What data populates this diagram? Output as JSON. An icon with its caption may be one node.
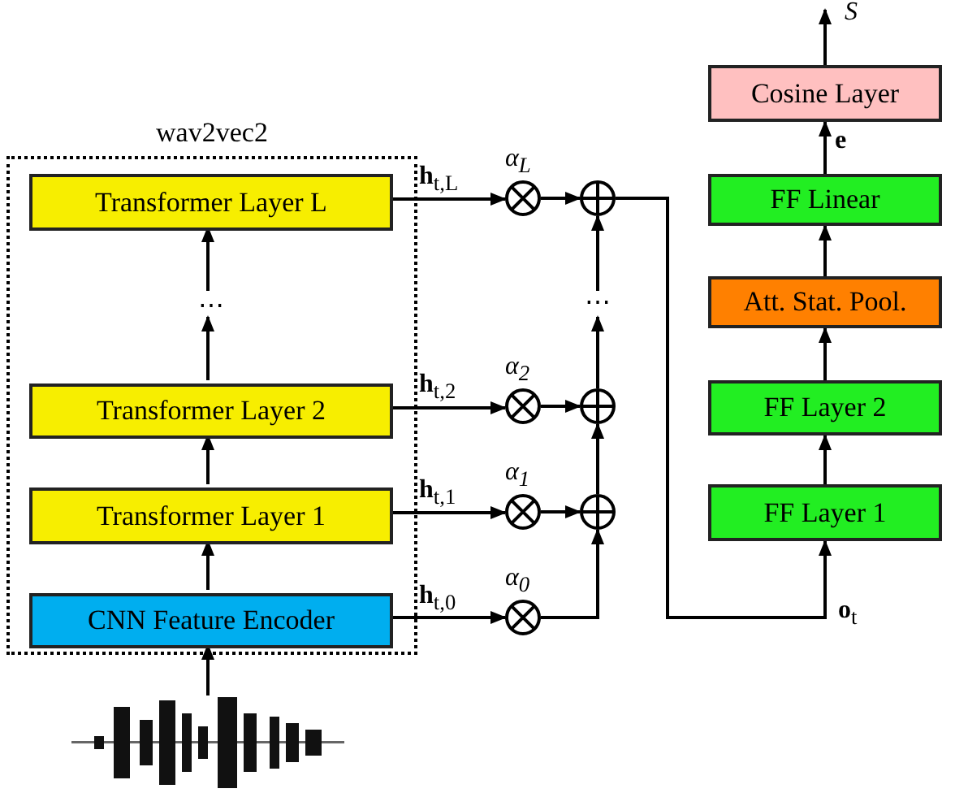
{
  "diagram": {
    "nodes": [
      {
        "text": [
          "wav2vec2"
        ]
      },
      {
        "text": [
          "Transformer Layer L"
        ],
        "in": 0
      },
      {
        "text": [
          "⋯"
        ],
        "in": 0
      },
      {
        "text": [
          "Transformer Layer 2"
        ],
        "in": 0
      },
      {
        "text": [
          "Transformer Layer 1"
        ],
        "in": 0
      },
      {
        "text": [
          "CNN Feature Encoder"
        ],
        "in": 0
      },
      {
        "text": [],
        "shape": "picture"
      },
      {
        "text": [],
        "shape": "circle",
        "beside": [
          "α$_{L}$"
        ]
      },
      {
        "text": [],
        "shape": "circle",
        "beside": [
          "α$_{2}$"
        ]
      },
      {
        "text": [],
        "shape": "circle",
        "beside": [
          "α$_{1}$"
        ]
      },
      {
        "text": [],
        "shape": "circle",
        "beside": [
          "α$_{0}$"
        ]
      },
      {
        "text": [],
        "shape": "circle"
      },
      {
        "text": [
          "⋯"
        ]
      },
      {
        "text": [],
        "shape": "circle"
      },
      {
        "text": [],
        "shape": "circle"
      },
      {
        "text": [
          "Cosine Layer"
        ]
      },
      {
        "text": [
          "FF Linear"
        ]
      },
      {
        "text": [
          "Att. Stat. Pool."
        ]
      },
      {
        "text": [
          "FF Layer 2"
        ]
      },
      {
        "text": [
          "FF Layer 1"
        ]
      }
    ],
    "edges": [
      {
        "from": 6,
        "to": 5,
        "arrow": "to"
      },
      {
        "from": 5,
        "to": 4,
        "arrow": "to"
      },
      {
        "from": 4,
        "to": 3,
        "arrow": "to"
      },
      {
        "from": 3,
        "to": 2,
        "arrow": "to"
      },
      {
        "from": 2,
        "to": 1,
        "arrow": "to"
      },
      {
        "from": 1,
        "to": 7,
        "arrow": "to",
        "label": "**h**$_{t,L}$"
      },
      {
        "from": 3,
        "to": 8,
        "arrow": "to",
        "label": "**h**$_{t,2}$"
      },
      {
        "from": 4,
        "to": 9,
        "arrow": "to",
        "label": "**h**$_{t,1}$"
      },
      {
        "from": 5,
        "to": 10,
        "arrow": "to",
        "label": "**h**$_{t,0}$"
      },
      {
        "from": 7,
        "to": 11,
        "arrow": "to"
      },
      {
        "from": 8,
        "to": 13,
        "arrow": "to"
      },
      {
        "from": 9,
        "to": 14,
        "arrow": "to"
      },
      {
        "from": 10,
        "to": 14,
        "arrow": "to"
      },
      {
        "from": 14,
        "to": 13,
        "arrow": "to"
      },
      {
        "from": 13,
        "to": 12,
        "arrow": "to"
      },
      {
        "from": 12,
        "to": 11,
        "arrow": "to"
      },
      {
        "from": 11,
        "to": 19,
        "arrow": "to",
        "label": "**o**$_{t}$"
      },
      {
        "from": 19,
        "to": 18,
        "arrow": "to"
      },
      {
        "from": 18,
        "to": 17,
        "arrow": "to"
      },
      {
        "from": 17,
        "to": 16,
        "arrow": "to"
      },
      {
        "from": 16,
        "to": 15,
        "arrow": "to",
        "label": "**e**"
      },
      {
        "from": 15,
        "to": null,
        "arrow": "to",
        "label": "*S*"
      }
    ]
  }
}
